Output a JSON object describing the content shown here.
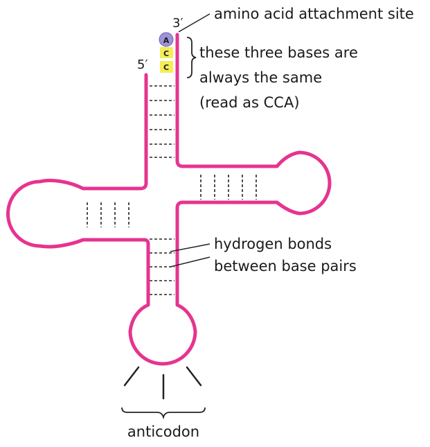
{
  "labels": {
    "three_prime": "3′",
    "five_prime": "5′",
    "attachment_site": "amino acid attachment site",
    "bases_line1": "these three bases are",
    "bases_line2": "always the same",
    "bases_line3": "(read as CCA)",
    "hbonds_line1": "hydrogen bonds",
    "hbonds_line2": "between base pairs",
    "anticodon": "anticodon"
  },
  "bases": [
    {
      "letter": "A",
      "color": "#9b94d6"
    },
    {
      "letter": "C",
      "color": "#f4ee57"
    },
    {
      "letter": "C",
      "color": "#f4ee57"
    }
  ],
  "colors": {
    "strand": "#e6348f",
    "bond": "#222222",
    "text": "#1a1a1a"
  }
}
